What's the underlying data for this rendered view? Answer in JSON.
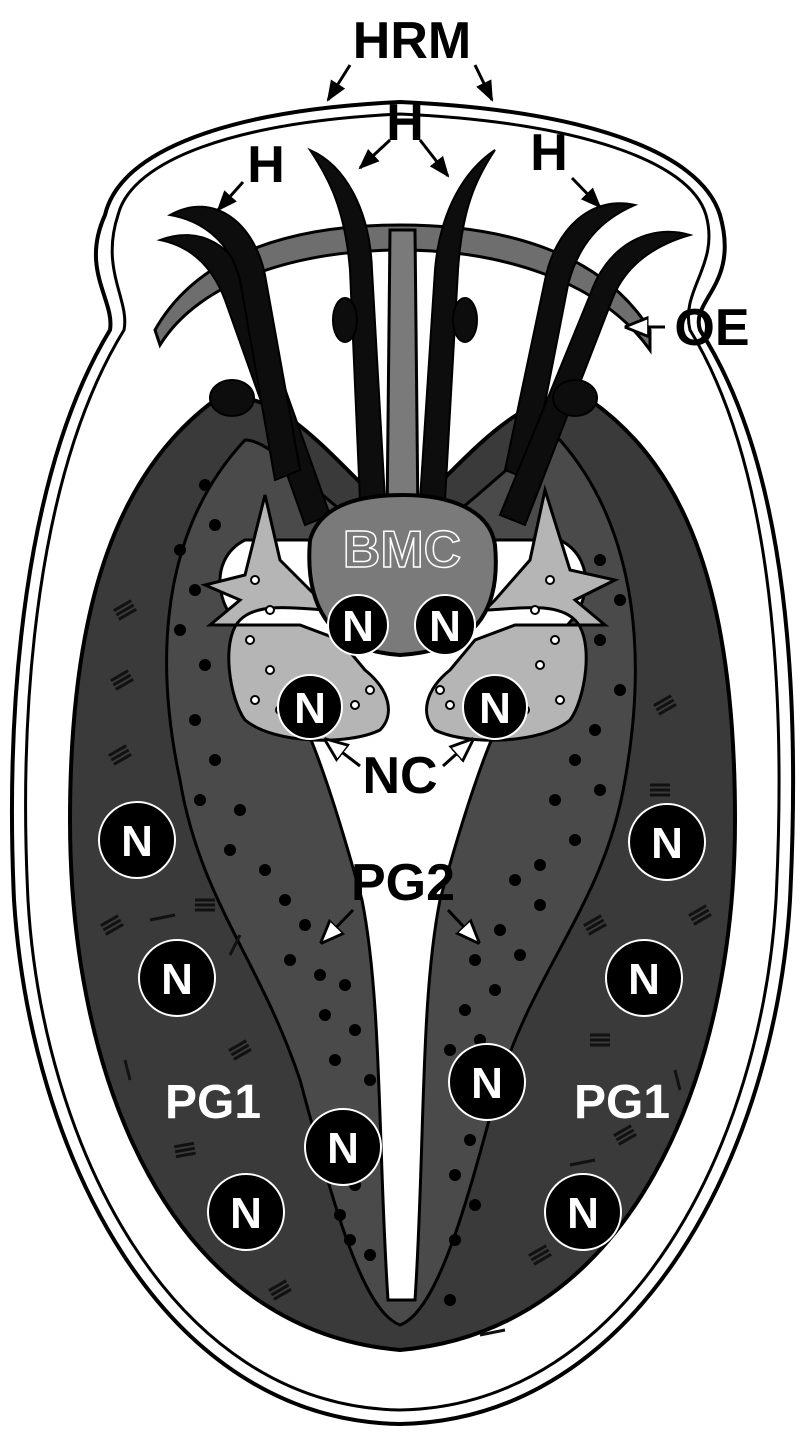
{
  "labels": {
    "hrm": "HRM",
    "h": "H",
    "oe": "OE",
    "bmc": "BMC",
    "n": "N",
    "nc": "NC",
    "pg2": "PG2",
    "pg1": "PG1"
  },
  "colors": {
    "background": "#ffffff",
    "outline": "#000000",
    "pg1_tissue": "#3a3a3a",
    "pg2_tissue": "#4a4a4a",
    "hooks": "#0d0d0d",
    "bmc_cell": "#7a7a7a",
    "nerve_cell": "#b5b5b5",
    "nucleus": "#000000",
    "label_text": "#000000",
    "label_text_on_dark": "#ffffff"
  },
  "icons": {
    "hook": "hook-shape",
    "nucleus": "nucleus-circle",
    "arrow": "arrow-pointer"
  }
}
